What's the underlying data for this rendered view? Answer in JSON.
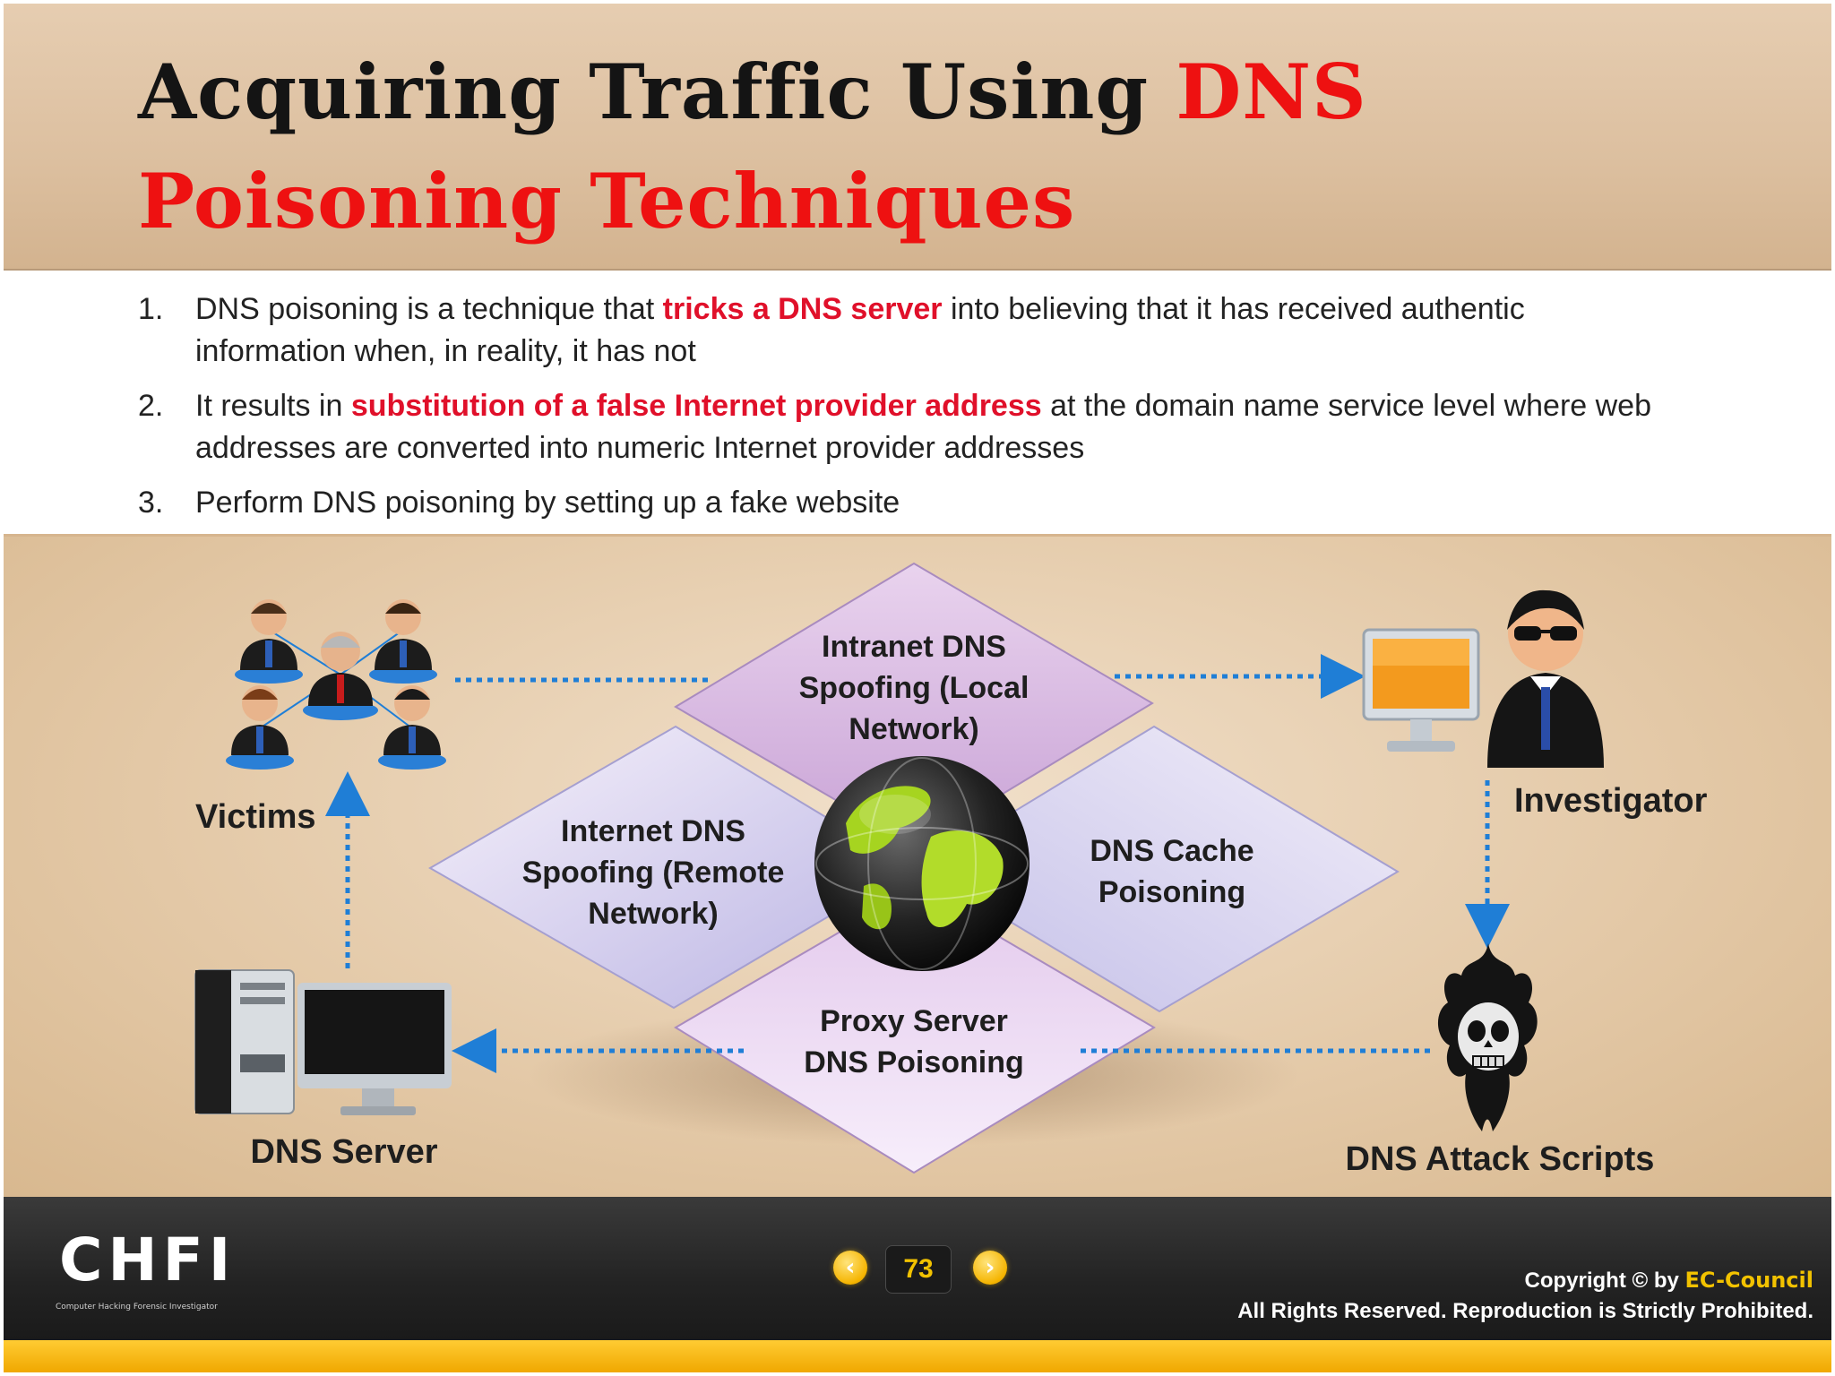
{
  "title": {
    "line1_black": "Acquiring Traffic Using ",
    "line1_red": "DNS",
    "line2_red": "Poisoning Techniques"
  },
  "bullets": [
    {
      "num": "1.",
      "pre": "DNS poisoning is a technique that ",
      "hl": "tricks a DNS server",
      "post": " into believing that it has received authentic information when, in reality, it has not"
    },
    {
      "num": "2.",
      "pre": "It results in ",
      "hl": "substitution of a false Internet provider address",
      "post": " at the domain name service level where web addresses are converted into numeric Internet provider addresses"
    },
    {
      "num": "3.",
      "pre": "Perform DNS poisoning by setting up a fake website",
      "hl": "",
      "post": ""
    }
  ],
  "diagram": {
    "top": [
      "Intranet DNS",
      "Spoofing (Local",
      "Network)"
    ],
    "left": [
      "Internet DNS",
      "Spoofing (Remote",
      "Network)"
    ],
    "right": [
      "DNS Cache",
      "Poisoning"
    ],
    "bottom": [
      "Proxy Server",
      "DNS Poisoning"
    ],
    "victims": "Victims",
    "investigator": "Investigator",
    "dns_server": "DNS Server",
    "attack_scripts": "DNS Attack Scripts",
    "icons": [
      "victims-group-icon",
      "investigator-icon",
      "monitor-icon",
      "globe-icon",
      "dns-server-icon",
      "skull-icon"
    ]
  },
  "footer": {
    "logo": "CHFI",
    "logo_sub": "Computer Hacking Forensic Investigator",
    "page_number": "73",
    "copyright_prefix": "Copyright © by ",
    "copyright_brand": "EC-Council",
    "rights": "All Rights Reserved. Reproduction is Strictly Prohibited."
  },
  "colors": {
    "accent_red": "#ee1111",
    "highlight_red": "#e0102a",
    "arrow_blue": "#1f7ed6",
    "footer_gold": "#f2c200"
  }
}
